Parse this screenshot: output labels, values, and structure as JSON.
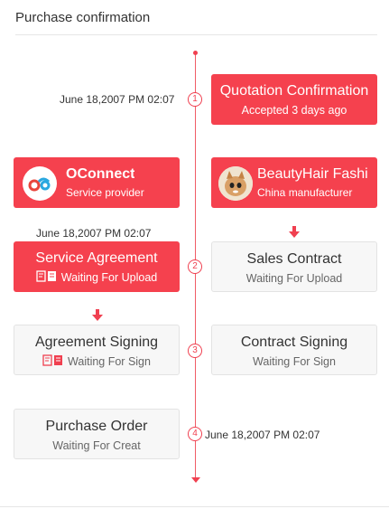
{
  "header": {
    "title": "Purchase confirmation"
  },
  "steps": [
    {
      "number": "1",
      "time": "June 18,2007 PM 02:07"
    },
    {
      "number": "2",
      "time": "June 18,2007 PM 02:07"
    },
    {
      "number": "3"
    },
    {
      "number": "4",
      "time": "June 18,2007 PM 02:07"
    }
  ],
  "quotation": {
    "title": "Quotation Confirmation",
    "status": "Accepted 3 days ago"
  },
  "parties": {
    "provider": {
      "name": "OConnect",
      "role": "Service provider",
      "logo_icon": "oconnect-logo"
    },
    "buyer": {
      "name": "BeautyHair Fashi",
      "role": "China manufacturer",
      "avatar_icon": "cat-avatar"
    }
  },
  "left_cards": {
    "service_agreement": {
      "title": "Service Agreement",
      "status": "Waiting For Upload"
    },
    "agreement_signing": {
      "title": "Agreement Signing",
      "status": "Waiting For Sign"
    },
    "purchase_order": {
      "title": "Purchase Order",
      "status": "Waiting For Creat"
    }
  },
  "right_cards": {
    "sales_contract": {
      "title": "Sales Contract",
      "status": "Waiting For Upload"
    },
    "contract_signing": {
      "title": "Contract Signing",
      "status": "Waiting For Sign"
    }
  },
  "colors": {
    "accent": "#f5414e",
    "pending_bg": "#f7f7f7",
    "line": "#f05c66"
  }
}
